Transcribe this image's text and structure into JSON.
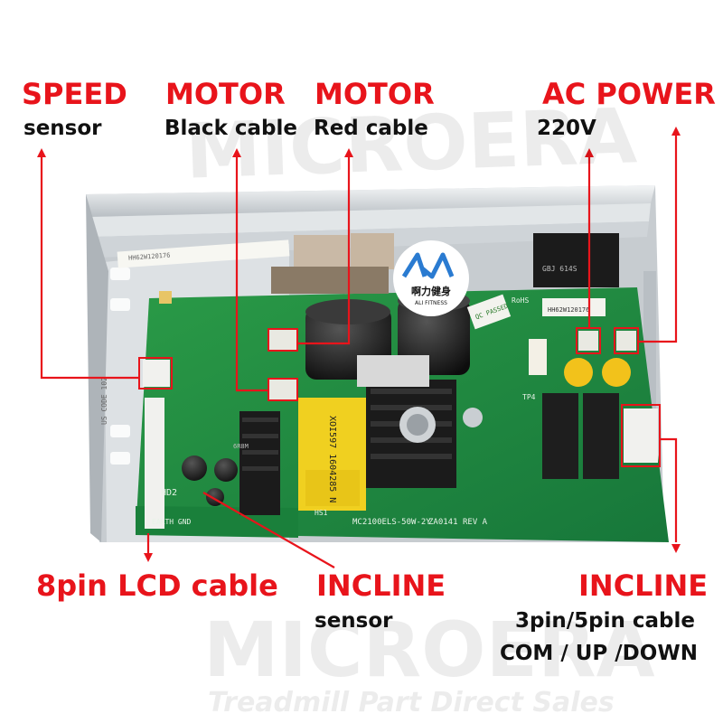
{
  "labels": {
    "speed": {
      "title": "SPEED",
      "sub": "sensor"
    },
    "motor_black": {
      "title": "MOTOR",
      "sub": "Black cable"
    },
    "motor_red": {
      "title": "MOTOR",
      "sub": "Red cable"
    },
    "ac_power": {
      "title": "AC POWER",
      "sub": "220V"
    },
    "lcd": {
      "title": "8pin LCD cable"
    },
    "incline_sensor": {
      "title": "INCLINE",
      "sub": "sensor"
    },
    "incline_cable": {
      "title": "INCLINE",
      "sub1": "3pin/5pin cable",
      "sub2": "COM / UP /DOWN"
    }
  },
  "board_text": {
    "model": "MC2100ELS-50W-2Y",
    "date": "ZA0141",
    "rev": "REV A",
    "qc": "QC PASSED",
    "sticker": "HH62W120176",
    "earth": "EARTH GND",
    "hd2": "HD2",
    "hs1": "HS1",
    "tp4": "TP4",
    "rohs": "RoHS",
    "bridge": "GBJ 614S",
    "cap": "6R8M",
    "coil": "XOI597 1604285 N",
    "side": "US CODE 102"
  },
  "logo": {
    "chinese": "啊力健身",
    "sub": "ALI FITNESS"
  },
  "watermark": {
    "brand": "MICROERA",
    "tagline": "Treadmill Part Direct Sales"
  },
  "colors": {
    "accent": "#e8141b",
    "pcb": "#1f8a3c",
    "heatsink": "#d9dde0"
  }
}
